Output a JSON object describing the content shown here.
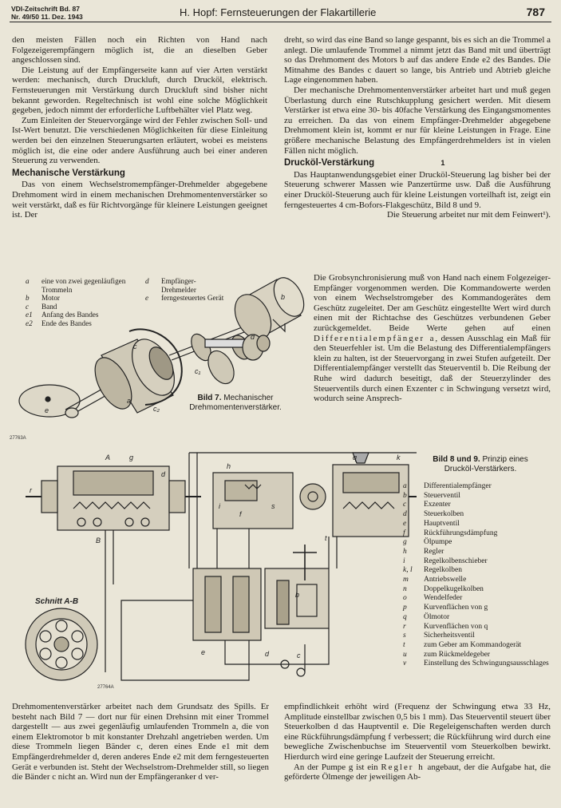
{
  "header": {
    "journal_line1": "VDI-Zeitschrift Bd. 87",
    "journal_line2": "Nr. 49/50   11. Dez. 1943",
    "title": "H. Hopf: Fernsteuerungen der Flakartillerie",
    "page_number": "787"
  },
  "left_column": {
    "p1": "den meisten Fällen noch ein Richten von Hand nach Folgezeigerempfängern möglich ist, die an dieselben Geber angeschlossen sind.",
    "p2": "Die Leistung auf der Empfängerseite kann auf vier Arten verstärkt werden: mechanisch, durch Druckluft, durch Drucköl, elektrisch. Fernsteuerungen mit Verstärkung durch Druckluft sind bisher nicht bekannt geworden. Regeltechnisch ist wohl eine solche Möglichkeit gegeben, jedoch nimmt der erforderliche Luftbehälter viel Platz weg.",
    "p3": "Zum Einleiten der Steuervorgänge wird der Fehler zwischen Soll- und Ist-Wert benutzt. Die verschiedenen Möglichkeiten für diese Einleitung werden bei den einzelnen Steuerungsarten erläutert, wobei es meistens möglich ist, die eine oder andere Ausführung auch bei einer anderen Steuerung zu verwenden.",
    "heading": "Mechanische Verstärkung",
    "p4": "Das von einem Wechselstromempfänger-Drehmelder abgegebene Drehmoment wird in einem mechanischen Drehmomentenverstärker so weit verstärkt, daß es für Richtvorgänge für kleinere Leistungen geeignet ist. Der"
  },
  "right_column": {
    "p1": "dreht, so wird das eine Band so lange gespannt, bis es sich an die Trommel a anlegt. Die umlaufende Trommel a nimmt jetzt das Band mit und überträgt so das Drehmoment des Motors b auf das andere Ende e2 des Bandes. Die Mitnahme des Bandes c dauert so lange, bis Antrieb und Abtrieb gleiche Lage eingenommen haben.",
    "p2": "Der mechanische Drehmomentenverstärker arbeitet hart und muß gegen Überlastung durch eine Rutschkupplung gesichert werden. Mit diesem Verstärker ist etwa eine 30- bis 40fache Verstärkung des Eingangsmomentes zu erreichen. Da das von einem Empfänger-Drehmelder abgegebene Drehmoment klein ist, kommt er nur für kleine Leistungen in Frage. Eine größere mechanische Belastung des Empfängerdrehmelders ist in vielen Fällen nicht möglich.",
    "heading": "Drucköl-Verstärkung",
    "footnote_mark": "1",
    "p3": "Das Hauptanwendungsgebiet einer Drucköl-Steuerung lag bisher bei der Steuerung schwerer Massen wie Panzertürme usw. Daß die Ausführung einer Drucköl-Steuerung auch für kleine Leistungen vorteilhaft ist, zeigt ein ferngesteuertes 4 cm-Bofors-Flakgeschütz, Bild 8 und 9.",
    "p4": "Die Steuerung arbeitet nur mit dem Feinwert¹).",
    "p5a": "Die Grobsynchronisierung muß von Hand nach einem Folgezeiger-Empfänger vorgenommen werden. Die Kommandowerte werden von einem Wechselstromgeber des Kommandogerätes dem Geschütz zugeleitet. Der am Geschütz eingestellte Wert wird durch einen mit der Richtachse des Geschützes verbundenen Geber zurückgemeldet. Beide Werte gehen auf einen ",
    "p5_spaced": "Differentialempfänger a",
    "p5b": ", dessen Ausschlag ein Maß für den Steuerfehler ist. Um die Belastung des Differentialempfängers klein zu halten, ist der Steuervorgang in zwei Stufen aufgeteilt. Der Differentialempfänger verstellt das Steuerventil b. Die Reibung der Ruhe wird dadurch beseitigt, daß der Steuerzylinder des Steuerventils durch einen Exzenter c in Schwingung versetzt wird, wodurch seine Ansprech-"
  },
  "figure7": {
    "legend": [
      {
        "key": "a",
        "text": "eine von zwei gegenläufigen Trommeln"
      },
      {
        "key": "b",
        "text": "Motor"
      },
      {
        "key": "c",
        "text": "Band"
      },
      {
        "key": "e1",
        "text": "Anfang des Bandes"
      },
      {
        "key": "e2",
        "text": "Ende des Bandes"
      }
    ],
    "legend_right": [
      {
        "key": "d",
        "text": "Empfänger-Drehmelder"
      },
      {
        "key": "e",
        "text": "ferngesteuertes Gerät"
      }
    ],
    "caption_bold": "Bild 7.",
    "caption_text": "Mechanischer Drehmomentenverstärker.",
    "stamp": "27763A"
  },
  "figure8": {
    "caption_bold": "Bild 8 und 9.",
    "caption_text": "Prinzip eines Drucköl-Verstärkers.",
    "section_label": "Schnitt A-B",
    "stamp": "27764A",
    "legend": [
      {
        "key": "a",
        "text": "Differentialempfänger"
      },
      {
        "key": "b",
        "text": "Steuerventil"
      },
      {
        "key": "c",
        "text": "Exzenter"
      },
      {
        "key": "d",
        "text": "Steuerkolben"
      },
      {
        "key": "e",
        "text": "Hauptventil"
      },
      {
        "key": "f",
        "text": "Rückführungsdämpfung"
      },
      {
        "key": "g",
        "text": "Ölpumpe"
      },
      {
        "key": "h",
        "text": "Regler"
      },
      {
        "key": "i",
        "text": "Regelkolbenschieber"
      },
      {
        "key": "k, l",
        "text": "Regelkolben"
      },
      {
        "key": "m",
        "text": "Antriebswelle"
      },
      {
        "key": "n",
        "text": "Doppelkugelkolben"
      },
      {
        "key": "o",
        "text": "Wendelfeder"
      },
      {
        "key": "p",
        "text": "Kurvenflächen von g"
      },
      {
        "key": "q",
        "text": "Ölmotor"
      },
      {
        "key": "r",
        "text": "Kurvenflächen von q"
      },
      {
        "key": "s",
        "text": "Sicherheitsventil"
      },
      {
        "key": "t",
        "text": "zum Geber am Kommandogerät"
      },
      {
        "key": "u",
        "text": "zum Rückmeldegeber"
      },
      {
        "key": "v",
        "text": "Einstellung des Schwingungsausschlages"
      }
    ]
  },
  "bottom_left": {
    "text": "Drehmomentenverstärker arbeitet nach dem Grundsatz des Spills. Er besteht nach Bild 7 — dort nur für einen Drehsinn mit einer Trommel dargestellt — aus zwei gegenläufig umlaufenden Trommeln a, die von einem Elektromotor b mit konstanter Drehzahl angetrieben werden. Um diese Trommeln liegen Bänder c, deren eines Ende e1 mit dem Empfängerdrehmelder d, deren anderes Ende e2 mit dem ferngesteuerten Gerät e verbunden ist. Steht der Wechselstrom-Drehmelder still, so liegen die Bänder c nicht an. Wird nun der Empfängeranker d ver-"
  },
  "bottom_right": {
    "p1": "empfindlichkeit erhöht wird (Frequenz der Schwingung etwa 33 Hz, Amplitude einstellbar zwischen 0,5 bis 1 mm). Das Steuerventil steuert über Steuerkolben d das Hauptventil e. Die Regeleigenschaften werden durch eine Rückführungsdämpfung f verbessert; die Rückführung wird durch eine bewegliche Zwischenbuchse im Steuerventil vom Steuerkolben bewirkt. Hierdurch wird eine geringe Laufzeit der Steuerung erreicht.",
    "p2a": "An der Pumpe g ist ein ",
    "p2_spaced": "Regler h",
    "p2b": " angebaut, der die Aufgabe hat, die geförderte Ölmenge der jeweiligen Ab-"
  }
}
